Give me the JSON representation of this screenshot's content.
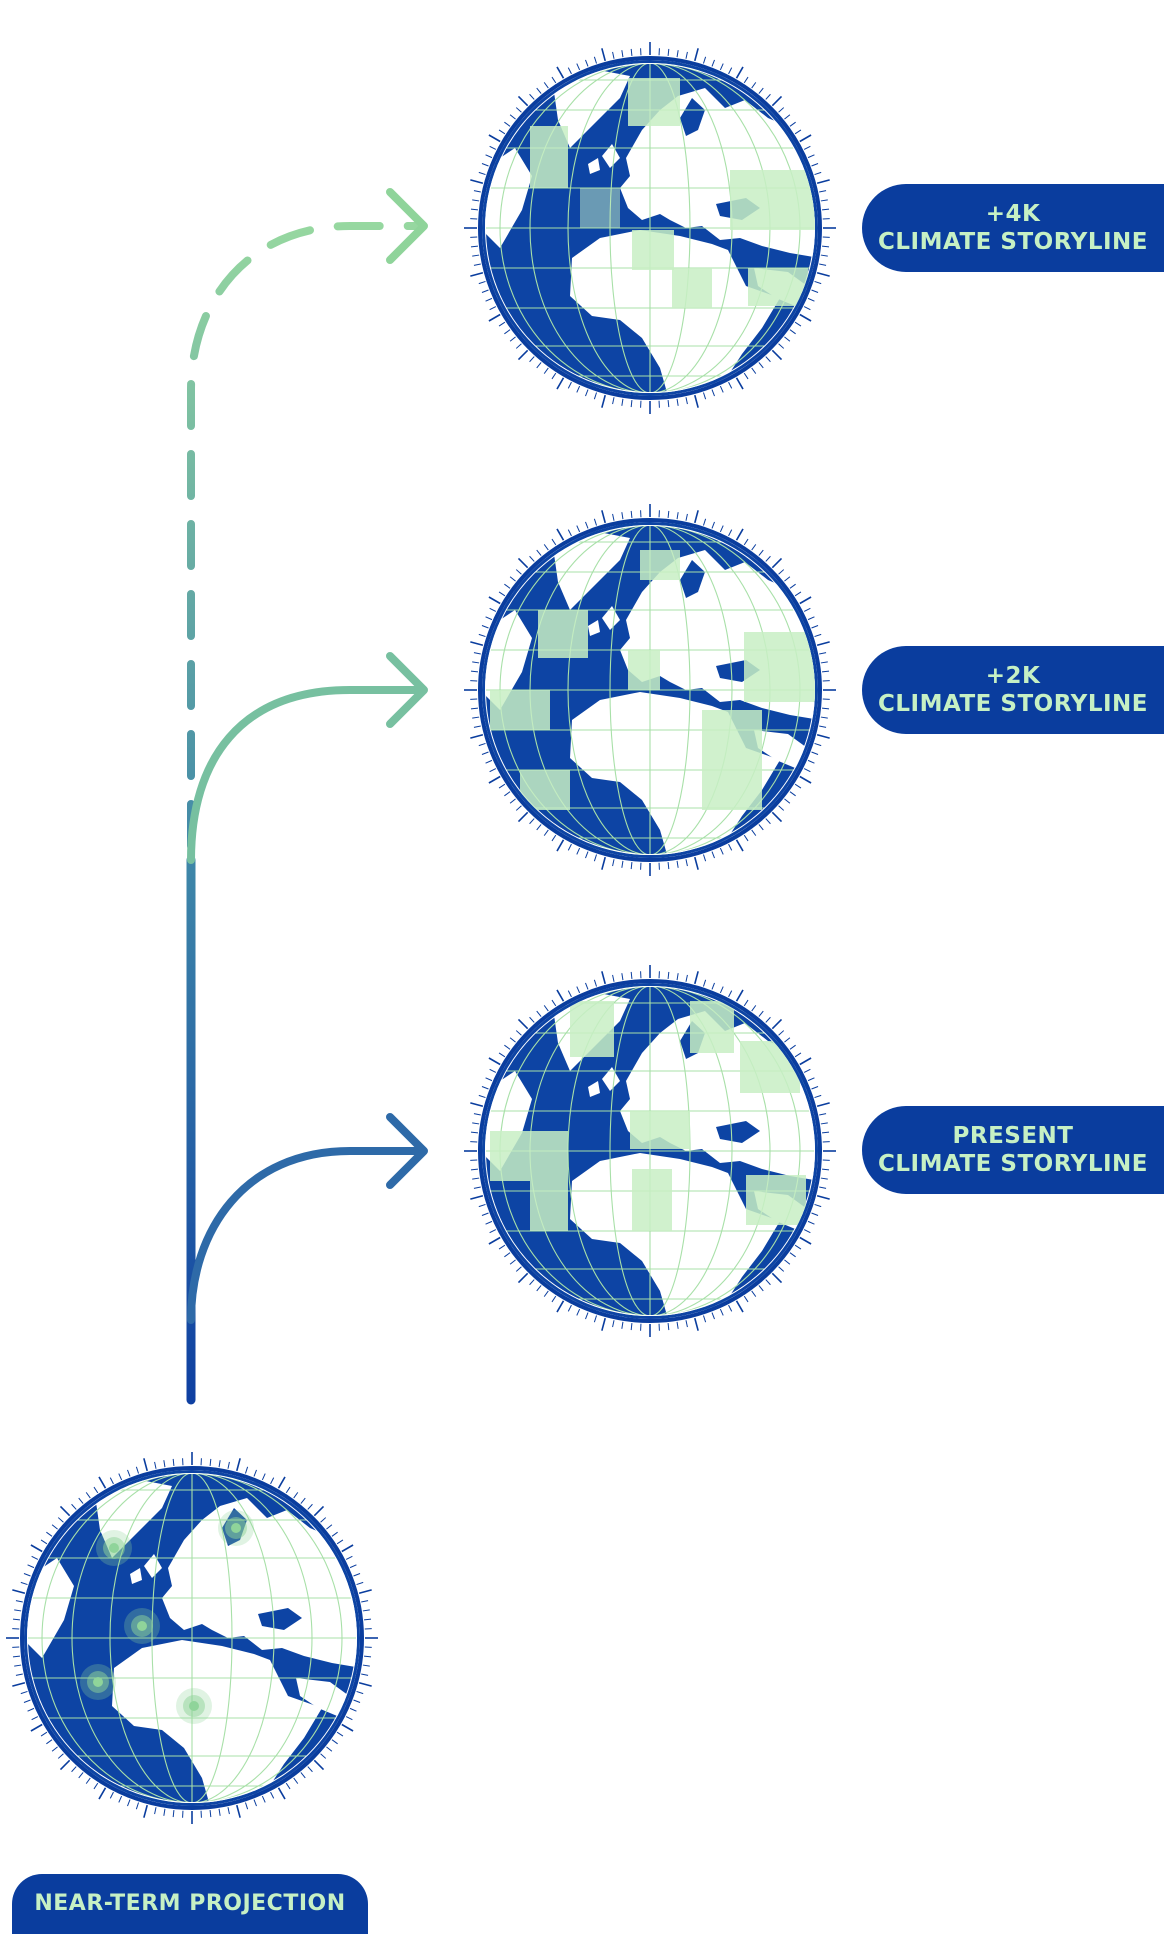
{
  "labels": {
    "plus4k": {
      "line1": "+4K",
      "line2": "CLIMATE STORYLINE"
    },
    "plus2k": {
      "line1": "+2K",
      "line2": "CLIMATE STORYLINE"
    },
    "present": {
      "line1": "PRESENT",
      "line2": "CLIMATE STORYLINE"
    },
    "nearterm": "NEAR-TERM PROJECTION"
  },
  "colors": {
    "navy": "#0a3d9e",
    "ocean": "#0d44a4",
    "land": "#ffffff",
    "pale_green": "#d4f3cf",
    "mint": "#c6f0c4",
    "grid": "#a8e0a8",
    "arrow_green": "#8fd49a",
    "arrow_blue": "#1a4fa8"
  },
  "icons": {
    "globe": "globe-icon",
    "hotspot": "hotspot-icon",
    "arrow": "arrow-icon"
  }
}
